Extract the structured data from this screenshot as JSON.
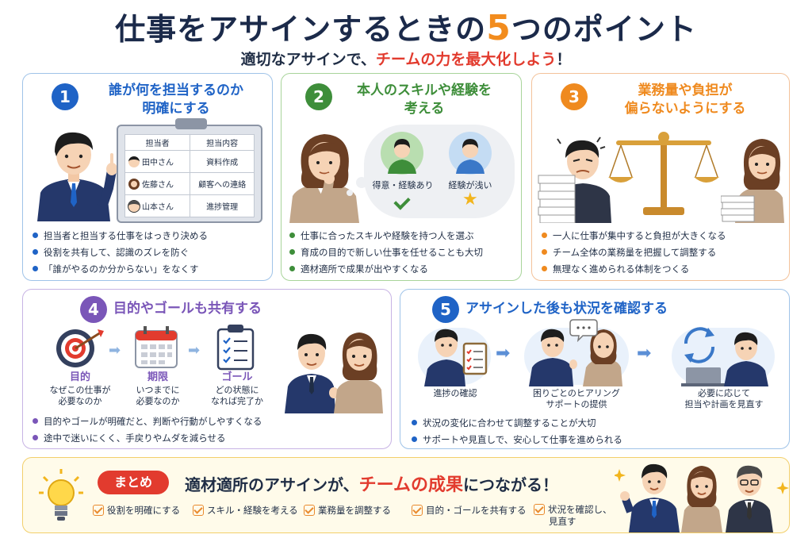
{
  "header": {
    "title_pre": "仕事をアサインするときの",
    "title_num": "5",
    "title_post": "つのポイント",
    "subtitle_pre": "適切なアサインで、",
    "subtitle_red": "チームの力を最大化しよう",
    "subtitle_post": "！"
  },
  "colors": {
    "blue": "#1f63c6",
    "green": "#3e8e3a",
    "orange": "#ef8a1f",
    "purple": "#7a56b8",
    "red": "#e23b2e"
  },
  "p1": {
    "num": "1",
    "title_line1": "誰が何を担当するのか",
    "title_line2": "明確にする",
    "table_head": [
      "担当者",
      "担当内容"
    ],
    "rows": [
      {
        "name": "田中さん",
        "task": "資料作成"
      },
      {
        "name": "佐藤さん",
        "task": "顧客への連絡"
      },
      {
        "name": "山本さん",
        "task": "進捗管理"
      }
    ],
    "bullets": [
      "担当者と担当する仕事をはっきり決める",
      "役割を共有して、認識のズレを防ぐ",
      "「誰がやるのか分からない」をなくす"
    ]
  },
  "p2": {
    "num": "2",
    "title_line1": "本人のスキルや経験を",
    "title_line2": "考える",
    "label_a": "得意・経験あり",
    "label_b": "経験が浅い",
    "bullets": [
      "仕事に合ったスキルや経験を持つ人を選ぶ",
      "育成の目的で新しい仕事を任せることも大切",
      "適材適所で成果が出やすくなる"
    ]
  },
  "p3": {
    "num": "3",
    "title_line1": "業務量や負担が",
    "title_line2": "偏らないようにする",
    "bullets": [
      "一人に仕事が集中すると負担が大きくなる",
      "チーム全体の業務量を把握して調整する",
      "無理なく進められる体制をつくる"
    ]
  },
  "p4": {
    "num": "4",
    "title": "目的やゴールも共有する",
    "steps": [
      {
        "head": "目的",
        "line1": "なぜこの仕事が",
        "line2": "必要なのか"
      },
      {
        "head": "期限",
        "line1": "いつまでに",
        "line2": "必要なのか"
      },
      {
        "head": "ゴール",
        "line1": "どの状態に",
        "line2": "なれば完了か"
      }
    ],
    "bullets": [
      "目的やゴールが明確だと、判断や行動がしやすくなる",
      "途中で迷いにくく、手戻りやムダを減らせる"
    ]
  },
  "p5": {
    "num": "5",
    "title": "アサインした後も状況を確認する",
    "steps": [
      {
        "line1": "進捗の確認",
        "line2": ""
      },
      {
        "line1": "困りごとのヒアリング",
        "line2": "サポートの提供"
      },
      {
        "line1": "必要に応じて",
        "line2": "担当や計画を見直す"
      }
    ],
    "bullets": [
      "状況の変化に合わせて調整することが大切",
      "サポートや見直しで、安心して仕事を進められる"
    ]
  },
  "summary": {
    "badge": "まとめ",
    "main_pre": "適材適所のアサインが、",
    "main_red": "チームの成果",
    "main_post": "につながる！",
    "items": [
      "役割を明確にする",
      "スキル・経験を考える",
      "業務量を調整する",
      "目的・ゴールを共有する",
      "状況を確認し、"
    ],
    "item5_line2": "見直す"
  }
}
